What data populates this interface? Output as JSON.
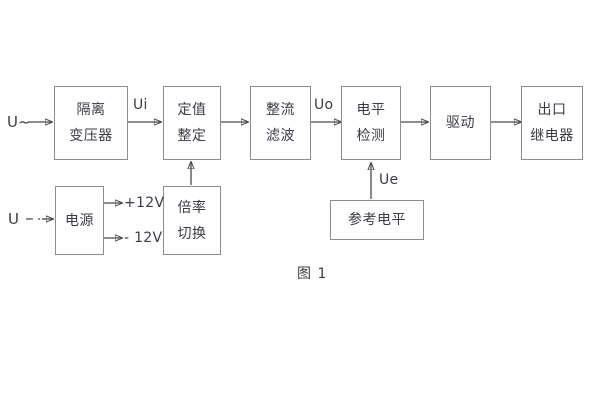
{
  "figure": {
    "caption": "图 1",
    "stroke_color": "#4a4a52",
    "box_border_color": "#8c8c94",
    "text_color": "#3b3b46",
    "background": "#ffffff"
  },
  "inputs": {
    "ac_source": "U~",
    "dc_source": "U"
  },
  "signals": {
    "ui": "Ui",
    "uo": "Uo",
    "ue": "Ue",
    "rail_positive": "+12V",
    "rail_negative": "- 12V"
  },
  "blocks": {
    "isolation_transformer": {
      "line1": "隔离",
      "line2": "变压器"
    },
    "setting_value": {
      "line1": "定值",
      "line2": "整定"
    },
    "rectify_filter": {
      "line1": "整流",
      "line2": "滤波"
    },
    "level_detect": {
      "line1": "电平",
      "line2": "检测"
    },
    "drive": {
      "line1": "驱动"
    },
    "output_relay": {
      "line1": "出口",
      "line2": "继电器"
    },
    "power_supply": {
      "line1": "电源"
    },
    "multiplier_switch": {
      "line1": "倍率",
      "line2": "切换"
    },
    "reference_level": {
      "line1": "参考电平"
    }
  }
}
